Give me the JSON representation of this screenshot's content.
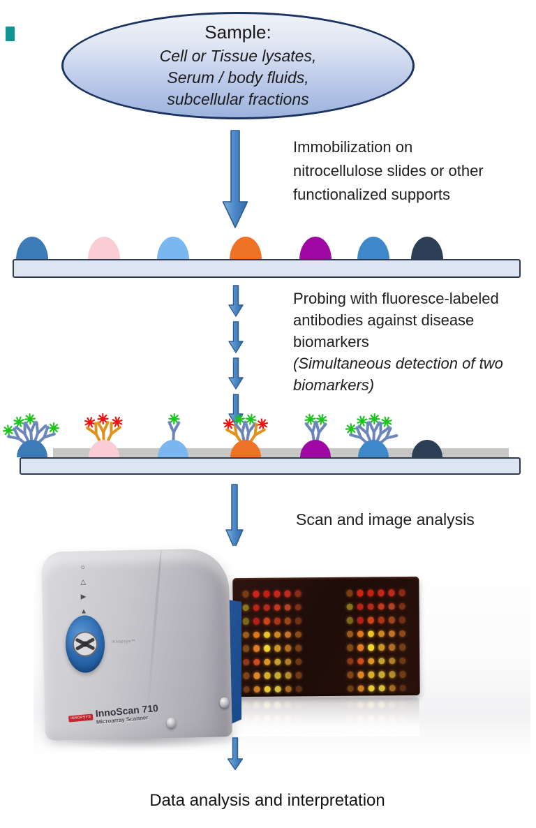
{
  "sample": {
    "title": "Sample:",
    "lines": [
      "Cell or Tissue lysates,",
      "Serum / body fluids,",
      "subcellular fractions"
    ]
  },
  "labels": {
    "immobilization": [
      "Immobilization on",
      "nitrocellulose slides or other",
      "functionalized supports"
    ],
    "probing_regular": [
      "Probing with fluoresce-labeled",
      "antibodies against disease",
      "biomarkers"
    ],
    "probing_italic": [
      "(Simultaneous detection of two",
      "biomarkers)"
    ],
    "scan": "Scan and image analysis",
    "data_analysis": "Data analysis and interpretation"
  },
  "slide1": {
    "x": [
      46,
      149,
      248,
      352,
      452,
      535,
      612
    ],
    "spot_colors": [
      "#3c7ab8",
      "#f9cdd3",
      "#7ab6f0",
      "#ef7125",
      "#a008a4",
      "#3e87c9",
      "#2d3e57"
    ]
  },
  "slide2": {
    "x": [
      46,
      149,
      248,
      352,
      452,
      535,
      612
    ],
    "ab_colors": {
      "blue": "#8fa7d4",
      "blue_dark": "#4e6aa6",
      "yellow": "#f2b02c",
      "yellow_dark": "#d07818"
    },
    "star_colors": {
      "green": "#1dc41d",
      "red": "#ee1111"
    },
    "spots": [
      {
        "dot": "#3c7ab8",
        "abs": [
          {
            "c": "b",
            "a": -52,
            "s": "g"
          },
          {
            "c": "b",
            "a": -26,
            "s": "g"
          },
          {
            "c": "b",
            "a": -4,
            "s": "g"
          },
          {
            "c": "b",
            "a": 20,
            "s": null
          },
          {
            "c": "b",
            "a": 46,
            "s": "g"
          }
        ]
      },
      {
        "dot": "#f9cdd3",
        "abs": [
          {
            "c": "y",
            "a": -28,
            "s": "r"
          },
          {
            "c": "y",
            "a": -2,
            "s": "r"
          },
          {
            "c": "y",
            "a": 26,
            "s": "r"
          }
        ]
      },
      {
        "dot": "#7ab6f0",
        "abs": [
          {
            "c": "b",
            "a": 2,
            "s": "g"
          }
        ]
      },
      {
        "dot": "#ef7125",
        "abs": [
          {
            "c": "y",
            "a": -34,
            "s": "r"
          },
          {
            "c": "b",
            "a": -12,
            "s": "g"
          },
          {
            "c": "b",
            "a": 10,
            "s": "g"
          },
          {
            "c": "y",
            "a": 34,
            "s": "r"
          }
        ]
      },
      {
        "dot": "#a008a4",
        "abs": [
          {
            "c": "b",
            "a": -10,
            "s": "g"
          },
          {
            "c": "b",
            "a": 12,
            "s": "g"
          }
        ]
      },
      {
        "dot": "#3e87c9",
        "abs": [
          {
            "c": "b",
            "a": -48,
            "s": "g"
          },
          {
            "c": "b",
            "a": -22,
            "s": "g"
          },
          {
            "c": "b",
            "a": 2,
            "s": "g"
          },
          {
            "c": "b",
            "a": 26,
            "s": "g"
          },
          {
            "c": "b",
            "a": 50,
            "s": null
          }
        ]
      },
      {
        "dot": "#2d3e57",
        "abs": []
      }
    ]
  },
  "scanner": {
    "indicators": [
      "○",
      "△",
      "▶",
      "▲"
    ],
    "face_text": "innopsys™",
    "logo_text": "INNOPSYS",
    "model": "InnoScan 710",
    "subtitle": "Microarray Scanner"
  },
  "panel": {
    "rows": [
      [
        "#7a3c14",
        "#cc2418",
        "#c32015",
        "#c6261a",
        "#bb2a1a",
        "#8a2a14"
      ],
      [
        "#8a7420",
        "#b82418",
        "#b42a1e",
        "#c03a20",
        "#b04428",
        "#7c2e16"
      ],
      [
        "#7c661e",
        "#b02018",
        "#cc4418",
        "#aa3418",
        "#9a4420",
        "#6e3016"
      ],
      [
        "#9a5c1c",
        "#e07818",
        "#ecc428",
        "#cc8820",
        "#c47428",
        "#8a4c18"
      ],
      [
        "#7c4a18",
        "#dc7c24",
        "#f0d434",
        "#c89428",
        "#ae6c24",
        "#744018"
      ],
      [
        "#8a3a18",
        "#cc4c1c",
        "#dc9424",
        "#c4a02c",
        "#b07c28",
        "#6e3a16"
      ],
      [
        "#7c4418",
        "#dc8428",
        "#d8ac2c",
        "#c6a834",
        "#b08a2c",
        "#6c3c16"
      ],
      [
        "#6e3c16",
        "#cc7c24",
        "#e8c834",
        "#d4bc3c",
        "#a46820",
        "#5c3014"
      ]
    ]
  },
  "colors": {
    "arrow_fill": "#4b87c6",
    "arrow_edge": "#2b5c92",
    "slide_fill": "#dbe6f2",
    "slide_border": "#2f3a4f",
    "ellipse_border": "#1b3360",
    "panel_bg": "#1e0c08",
    "corner_mark": "#0f9690"
  }
}
